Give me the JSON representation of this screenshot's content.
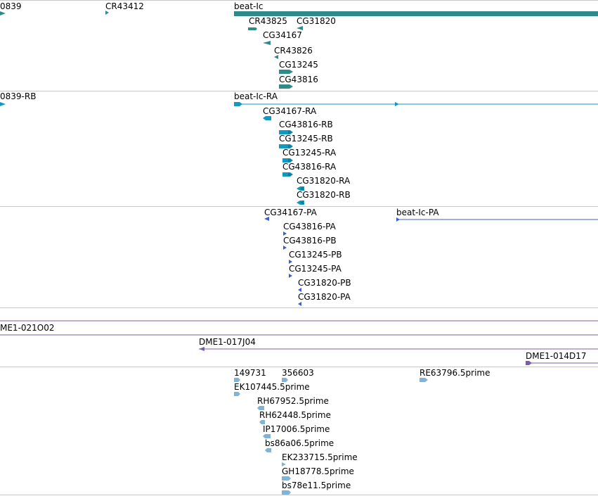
{
  "colors": {
    "gene": "#2e8b8b",
    "gene_dark": "#1e6e6e",
    "transcript": "#1199c0",
    "protein": "#3a5fcd",
    "clone": "#7b5ea8",
    "est": "#7fb3d8",
    "separator": "#c8c8c8"
  },
  "tracks": {
    "genes": {
      "labels": [
        "0839",
        "CR43412",
        "beat-Ic",
        "CR43825",
        "CG31820",
        "CG34167",
        "CR43826",
        "CG13245",
        "CG43816"
      ]
    },
    "transcripts": {
      "labels": [
        "0839-RB",
        "beat-Ic-RA",
        "CG34167-RA",
        "CG43816-RB",
        "CG13245-RB",
        "CG13245-RA",
        "CG43816-RA",
        "CG31820-RA",
        "CG31820-RB"
      ]
    },
    "proteins": {
      "labels": [
        "CG34167-PA",
        "beat-Ic-PA",
        "CG43816-PA",
        "CG43816-PB",
        "CG13245-PB",
        "CG13245-PA",
        "CG31820-PB",
        "CG31820-PA"
      ]
    },
    "clones": {
      "labels": [
        "ME1-021O02",
        "DME1-017J04",
        "DME1-014D17"
      ]
    },
    "ests": {
      "labels": [
        "149731",
        "356603",
        "RE63796.5prime",
        "EK107445.5prime",
        "RH67952.5prime",
        "RH62448.5prime",
        "IP17006.5prime",
        "bs86a06.5prime",
        "EK233715.5prime",
        "GH18778.5prime",
        "bs78e11.5prime"
      ]
    }
  }
}
